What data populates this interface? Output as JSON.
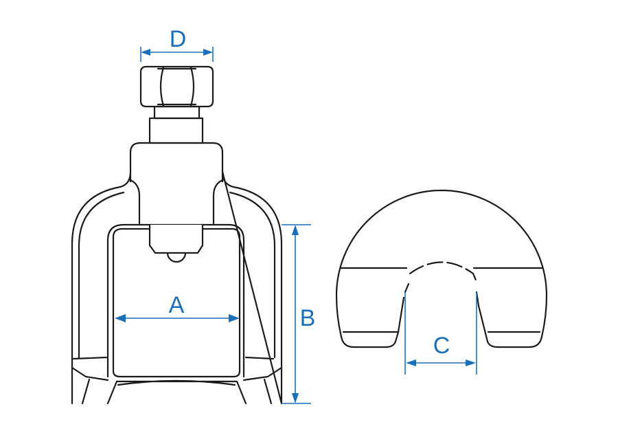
{
  "dimensions": {
    "a": "A",
    "b": "B",
    "c": "C",
    "d": "D"
  },
  "colors": {
    "dimension": "#1a6fba",
    "outline": "#1a1a1a"
  }
}
